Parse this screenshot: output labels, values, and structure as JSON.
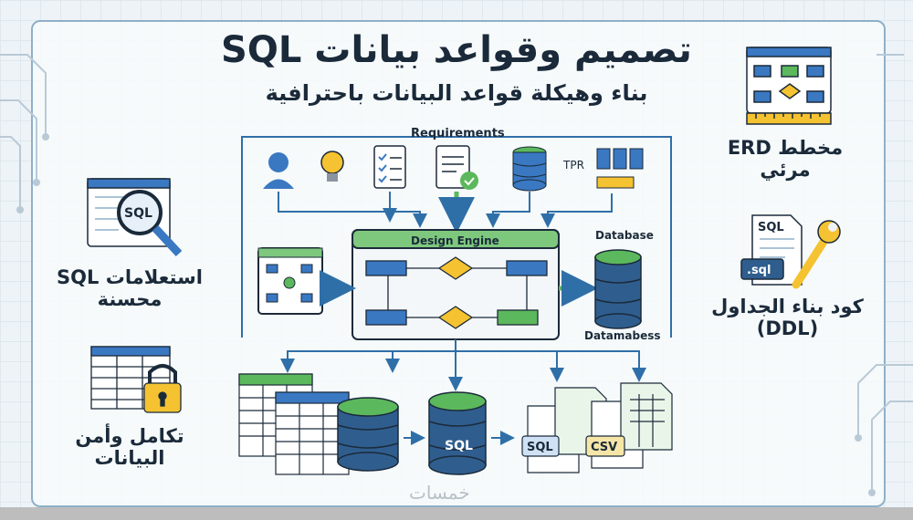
{
  "title": "تصميم وقواعد بيانات SQL",
  "subtitle": "بناء وهيكلة قواعد البيانات باحترافية",
  "features": {
    "erd_label": "مخطط ERD\nمرئي",
    "ddl_label": "كود بناء الجداول\n(DDL)",
    "queries_label": "استعلامات SQL\nمحسنة",
    "integrity_label": "تكامل وأمن\nالبيانات"
  },
  "diagram": {
    "requirements": "Requirements",
    "design_engine": "Design Engine",
    "database_top": "Database",
    "database_bottom": "Datamabess",
    "tpr": "TPR",
    "sql_cylinder": "SQL",
    "sql_file": "SQL",
    "csv_file": "CSV",
    "sql_search": "SQL",
    "sql_doc": "SQL",
    "sql_ext": ".sql"
  },
  "watermark": "خمسات",
  "colors": {
    "navy": "#1b2a3a",
    "blue": "#3a78c2",
    "green": "#5cb85c",
    "yellow": "#f5c331",
    "line": "#8fb0c9"
  }
}
